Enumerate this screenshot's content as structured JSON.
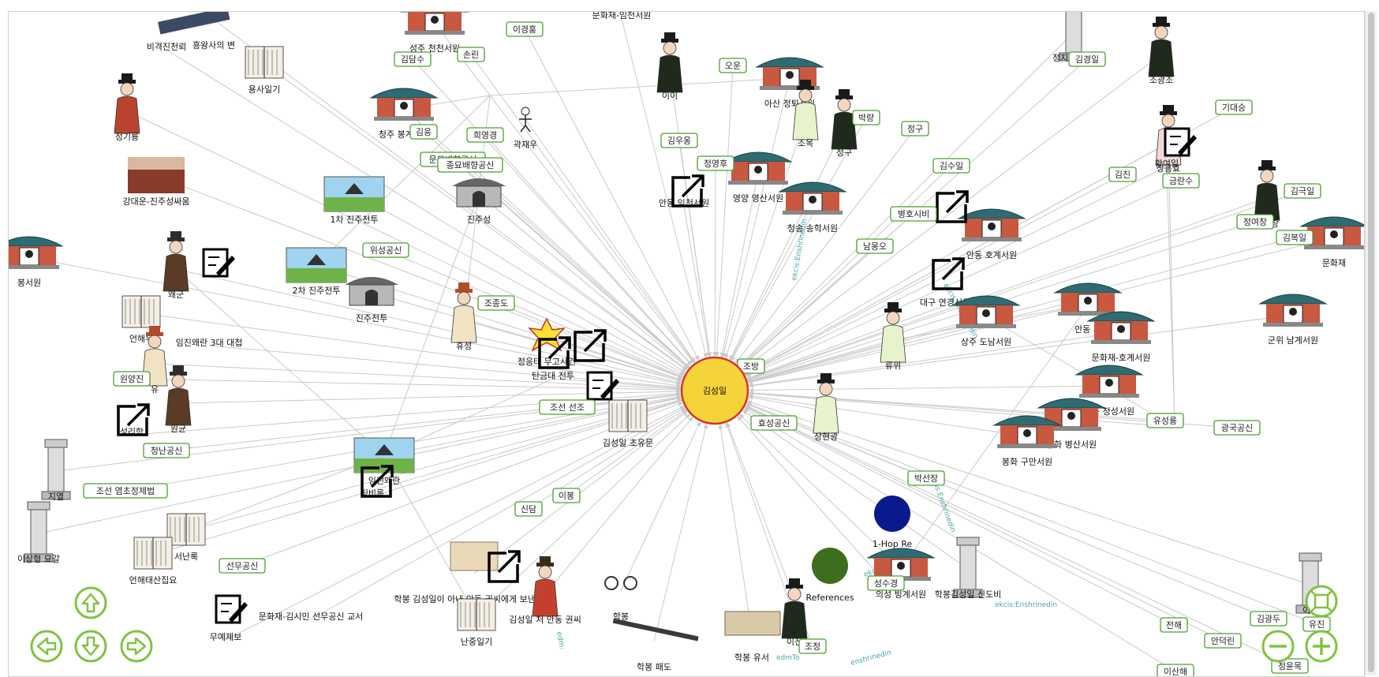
{
  "center": {
    "label": "김성일",
    "color": "#f5d33a",
    "border": "#d9342b"
  },
  "colors": {
    "tag_border": "#4aa02c",
    "edge": "#c9c9c9",
    "nav": "#7fc33f",
    "hop_node": "#0a1a8c",
    "ref_node": "#3c6e1e"
  },
  "hop_node_label": "1-Hop Re",
  "references_label": "References",
  "edge_labels": [
    "ekcis:Enshrinedin",
    "ekcis:Enshrinedin",
    "ekcis:Enshrinedin",
    "ekcis:Enshrinedin",
    "edm:",
    "ekcis:Enshrinedin",
    "edmTo",
    "enshrinedin"
  ],
  "nodes": [
    {
      "id": "n1",
      "label": "흥왕사의 변",
      "kind": "cannon"
    },
    {
      "id": "n2",
      "label": "비격진천뢰",
      "kind": "none"
    },
    {
      "id": "n3",
      "label": "정기룡",
      "kind": "official"
    },
    {
      "id": "n4",
      "label": "용사일기",
      "kind": "book"
    },
    {
      "id": "n5",
      "label": "강대운-진주성싸움",
      "kind": "photo"
    },
    {
      "id": "n6",
      "label": "성주 천천서원",
      "kind": "building"
    },
    {
      "id": "n7",
      "label": "청주 봉계서원",
      "kind": "building"
    },
    {
      "id": "n8",
      "label": "곽재우",
      "kind": "soldier"
    },
    {
      "id": "n9",
      "label": "문화재-임천서원",
      "kind": "none"
    },
    {
      "id": "n10",
      "label": "이이",
      "kind": "scholar"
    },
    {
      "id": "n11",
      "label": "아산 정퇴서원",
      "kind": "building"
    },
    {
      "id": "n12",
      "label": "조목",
      "kind": "scholar_light"
    },
    {
      "id": "n13",
      "label": "정구",
      "kind": "scholar"
    },
    {
      "id": "n14",
      "label": "정지운 묘갈",
      "kind": "stele"
    },
    {
      "id": "n15",
      "label": "조광조",
      "kind": "scholar"
    },
    {
      "id": "n16",
      "label": "1차 진주전투",
      "kind": "battle"
    },
    {
      "id": "n17",
      "label": "진주성",
      "kind": "gate"
    },
    {
      "id": "n18",
      "label": "영양 영산서원",
      "kind": "building"
    },
    {
      "id": "n19",
      "label": "청송 송학서원",
      "kind": "building"
    },
    {
      "id": "n20",
      "label": "안동 임천서원",
      "kind": "none"
    },
    {
      "id": "n21",
      "label": "안동 호계서원",
      "kind": "building"
    },
    {
      "id": "n22",
      "label": "장흥효",
      "kind": "scholar_pink"
    },
    {
      "id": "n23",
      "label": "2차 진주전투",
      "kind": "battle"
    },
    {
      "id": "n24",
      "label": "진주전투",
      "kind": "gate"
    },
    {
      "id": "n25",
      "label": "왜군",
      "kind": "armor"
    },
    {
      "id": "n26",
      "label": "임진왜란 3대 대첩",
      "kind": "none"
    },
    {
      "id": "n27",
      "label": "휴정",
      "kind": "monk"
    },
    {
      "id": "n28",
      "label": "정응태 무고사건",
      "kind": "explosion"
    },
    {
      "id": "n29",
      "label": "대구 연경서원",
      "kind": "none"
    },
    {
      "id": "n30",
      "label": "상주 도남서원",
      "kind": "building"
    },
    {
      "id": "n31",
      "label": "안동 사",
      "kind": "building"
    },
    {
      "id": "n32",
      "label": "문화재-호계서원",
      "kind": "building"
    },
    {
      "id": "n33",
      "label": "군위 남계서원",
      "kind": "building"
    },
    {
      "id": "n34",
      "label": "언해두",
      "kind": "book"
    },
    {
      "id": "n35",
      "label": "유",
      "kind": "monk"
    },
    {
      "id": "n36",
      "label": "원균",
      "kind": "armor"
    },
    {
      "id": "n37",
      "label": "탄금대 전투",
      "kind": "none"
    },
    {
      "id": "n38",
      "label": "김성일 초유문",
      "kind": "book"
    },
    {
      "id": "n39",
      "label": "장현광",
      "kind": "scholar_light"
    },
    {
      "id": "n40",
      "label": "류위",
      "kind": "scholar_light"
    },
    {
      "id": "n41",
      "label": "안동 청성서원",
      "kind": "building"
    },
    {
      "id": "n42",
      "label": "봉화 병산서원",
      "kind": "building"
    },
    {
      "id": "n43",
      "label": "봉화 구만서원",
      "kind": "building"
    },
    {
      "id": "n44",
      "label": "성리학",
      "kind": "none"
    },
    {
      "id": "n45",
      "label": "임진왜란",
      "kind": "battle"
    },
    {
      "id": "n46",
      "label": "징비록",
      "kind": "none"
    },
    {
      "id": "n47",
      "label": "지열",
      "kind": "stele"
    },
    {
      "id": "n48",
      "label": "이상형 묘갈",
      "kind": "stele"
    },
    {
      "id": "n49",
      "label": "서난록",
      "kind": "book"
    },
    {
      "id": "n50",
      "label": "언해태산집요",
      "kind": "book"
    },
    {
      "id": "n51",
      "label": "학봉 김성일이 아내 안동 권씨에게 보낸 편지",
      "kind": "letter"
    },
    {
      "id": "n52",
      "label": "김성일 처 안동 권씨",
      "kind": "lady"
    },
    {
      "id": "n53",
      "label": "난중일기",
      "kind": "book"
    },
    {
      "id": "n54",
      "label": "학봉 패도",
      "kind": "sword"
    },
    {
      "id": "n55",
      "label": "학봉 유서",
      "kind": "scroll"
    },
    {
      "id": "n56",
      "label": "의성 빙계서원",
      "kind": "building"
    },
    {
      "id": "n57",
      "label": "학봉김성일 신도비",
      "kind": "stele"
    },
    {
      "id": "n58",
      "label": "문화재-김시민 선무공신 교서",
      "kind": "none"
    },
    {
      "id": "n59",
      "label": "무예제보",
      "kind": "none"
    },
    {
      "id": "n60",
      "label": "봉서원",
      "kind": "building"
    },
    {
      "id": "n61",
      "label": "문화재",
      "kind": "building"
    },
    {
      "id": "n62",
      "label": "이진",
      "kind": "scholar"
    },
    {
      "id": "n63",
      "label": "이시",
      "kind": "stele"
    },
    {
      "id": "n64",
      "label": "학봉",
      "kind": "glasses"
    },
    {
      "id": "n65",
      "label": "정여창",
      "kind": "scholar"
    },
    {
      "id": "n66",
      "label": "황여일",
      "kind": "none"
    }
  ],
  "tags": [
    "이경홍",
    "김담수",
    "손린",
    "김응",
    "희영경",
    "문묘배향공신",
    "종묘배향공신",
    "오운",
    "김우옹",
    "정영후",
    "박량",
    "정구",
    "김수일",
    "김경일",
    "기대승",
    "김진",
    "금란수",
    "김극일",
    "정여창",
    "김복일",
    "병호시비",
    "남몽오",
    "위성공신",
    "조방",
    "원양진",
    "효성공신",
    "청난공신",
    "조선 선조",
    "조선 염초정제법",
    "이봉",
    "신담",
    "선무공신",
    "박선장",
    "성수경",
    "조정",
    "전해",
    "안덕린",
    "김광두",
    "유진",
    "정윤목",
    "이산해",
    "유성룡",
    "광국공신",
    "조종도"
  ],
  "nav": {
    "up": "up-arrow",
    "down": "down-arrow",
    "left": "left-arrow",
    "right": "right-arrow",
    "zoom_in": "zoom-in",
    "zoom_out": "zoom-out",
    "fit": "fit-screen"
  }
}
